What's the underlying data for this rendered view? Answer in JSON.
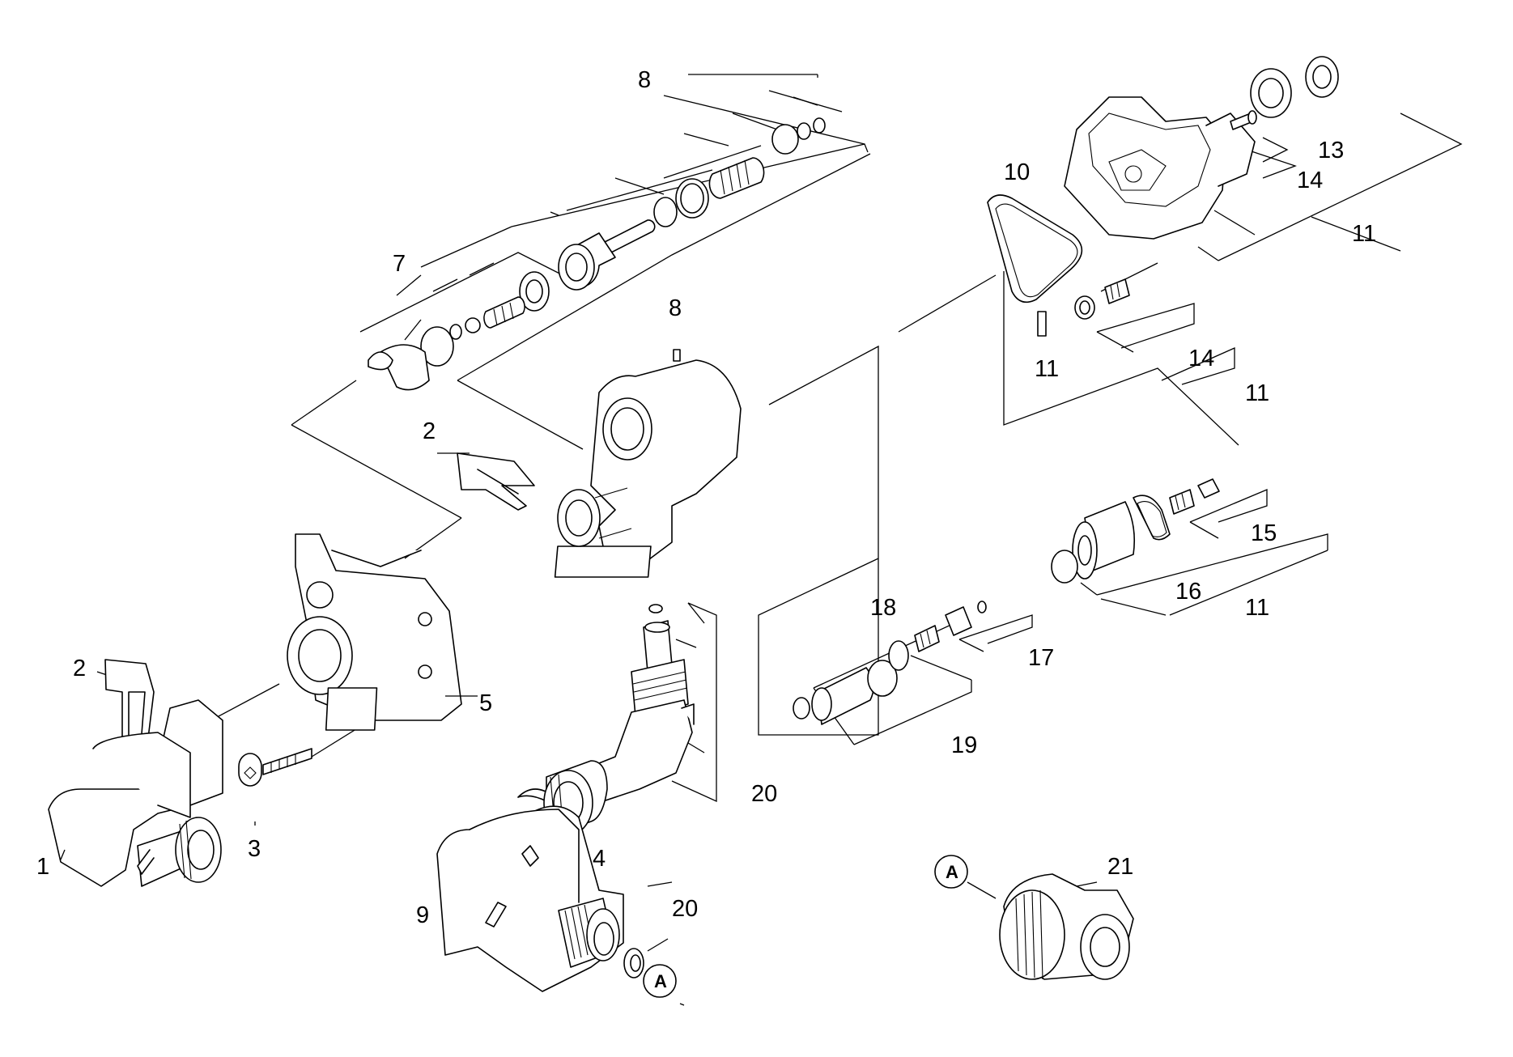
{
  "callouts": {
    "c1": "1",
    "c2a": "2",
    "c2b": "2",
    "c3": "3",
    "c4": "4",
    "c5": "5",
    "c7": "7",
    "c8a": "8",
    "c8b": "8",
    "c9": "9",
    "c10": "10",
    "c11a": "11",
    "c11b": "11",
    "c11c": "11",
    "c11d": "11",
    "c13": "13",
    "c14a": "14",
    "c14b": "14",
    "c15": "15",
    "c16": "16",
    "c17": "17",
    "c18": "18",
    "c19": "19",
    "c20a": "20",
    "c20b": "20",
    "c21": "21"
  },
  "markers": {
    "a1": "A",
    "a2": "A"
  },
  "colors": {
    "line": "#000000",
    "background": "#ffffff"
  }
}
